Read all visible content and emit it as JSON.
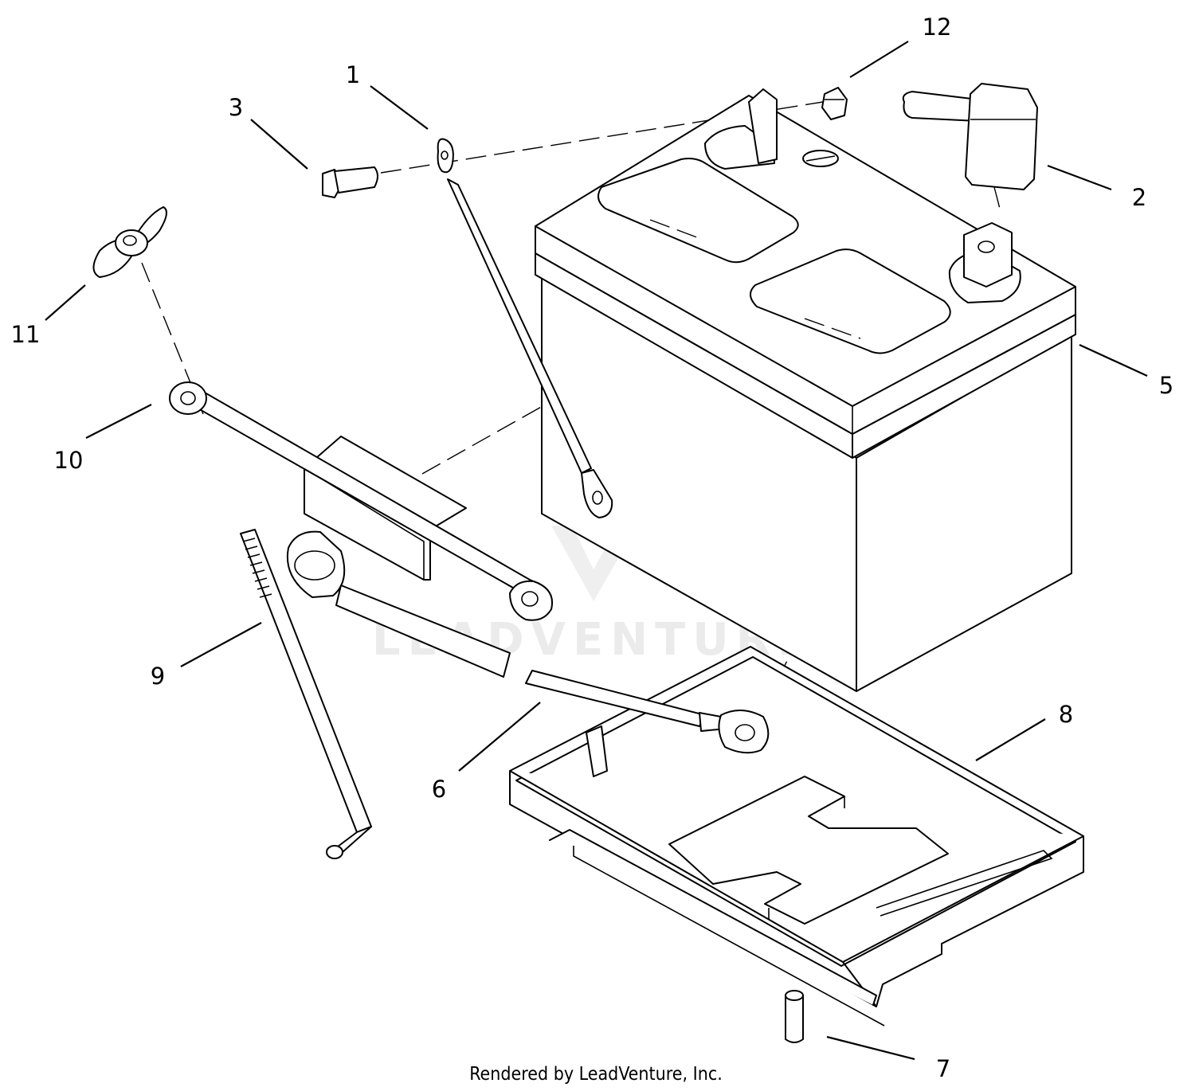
{
  "callouts": {
    "c1": "1",
    "c2": "2",
    "c3": "3",
    "c5": "5",
    "c6": "6",
    "c7": "7",
    "c8": "8",
    "c9": "9",
    "c10": "10",
    "c11": "11",
    "c12": "12"
  },
  "watermark": "LEADVENTURE",
  "footer": {
    "credit": "Rendered by LeadVenture, Inc."
  }
}
